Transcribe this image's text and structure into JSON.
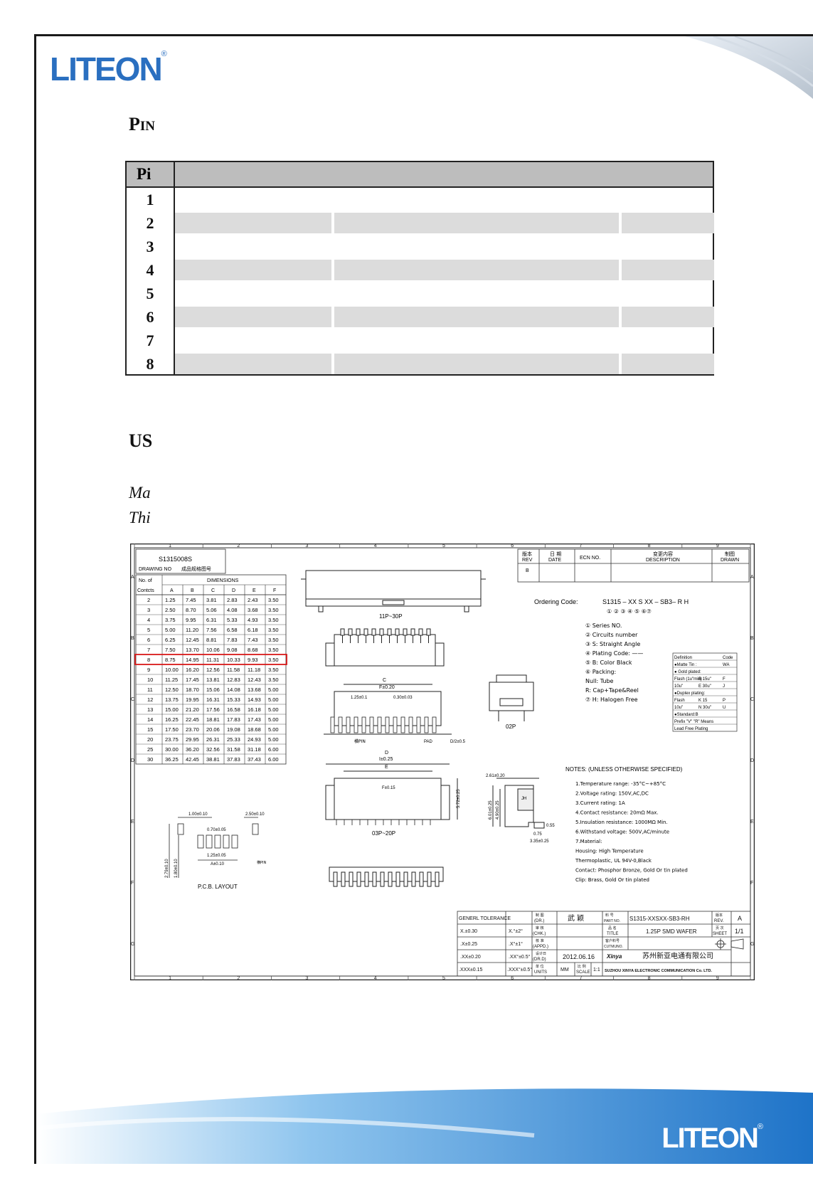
{
  "header": {
    "logo": "LITEON",
    "registered": "®"
  },
  "footer": {
    "logo": "LITEON",
    "registered": "®"
  },
  "section_pin": {
    "title_cap": "P",
    "title_rest": "IN"
  },
  "pin_table": {
    "header": "Pi",
    "pins": [
      "1",
      "2",
      "3",
      "4",
      "5",
      "6",
      "7",
      "8"
    ]
  },
  "section_usage": {
    "title": "US"
  },
  "usage_lines": [
    "Ma",
    "Thi"
  ],
  "drawing": {
    "top_left_code": "S1315008S",
    "drawing_no_label": "DRAWING NO",
    "drawing_no_cn": "成品规格图号",
    "rev_table": {
      "rev_cn": "版本",
      "rev": "REV",
      "date_cn": "日 期",
      "date": "DATE",
      "ecn": "ECN NO.",
      "desc_cn": "变更内容",
      "desc": "DESCRIPTION",
      "drawn_cn": "制图",
      "drawn": "DRAWN",
      "rev_value": "B"
    },
    "grid_top": [
      "1",
      "2",
      "3",
      "4",
      "5",
      "6",
      "7",
      "8",
      "9"
    ],
    "grid_bottom": [
      "1",
      "2",
      "3",
      "4",
      "5",
      "6",
      "7",
      "8",
      "9"
    ],
    "grid_left": [
      "A",
      "B",
      "C",
      "D",
      "E",
      "F",
      "G"
    ],
    "dim_table": {
      "no_of": "No. of",
      "contacts": "Contcts",
      "dimensions": "DIMENSIONS",
      "cols": [
        "A",
        "B",
        "C",
        "D",
        "E",
        "F"
      ],
      "rows": [
        [
          "2",
          "1.25",
          "7.45",
          "3.81",
          "2.83",
          "2.43",
          "3.50"
        ],
        [
          "3",
          "2.50",
          "8.70",
          "5.06",
          "4.08",
          "3.68",
          "3.50"
        ],
        [
          "4",
          "3.75",
          "9.95",
          "6.31",
          "5.33",
          "4.93",
          "3.50"
        ],
        [
          "5",
          "5.00",
          "11.20",
          "7.56",
          "6.58",
          "6.18",
          "3.50"
        ],
        [
          "6",
          "6.25",
          "12.45",
          "8.81",
          "7.83",
          "7.43",
          "3.50"
        ],
        [
          "7",
          "7.50",
          "13.70",
          "10.06",
          "9.08",
          "8.68",
          "3.50"
        ],
        [
          "8",
          "8.75",
          "14.95",
          "11.31",
          "10.33",
          "9.93",
          "3.50"
        ],
        [
          "9",
          "10.00",
          "16.20",
          "12.56",
          "11.58",
          "11.18",
          "3.50"
        ],
        [
          "10",
          "11.25",
          "17.45",
          "13.81",
          "12.83",
          "12.43",
          "3.50"
        ],
        [
          "11",
          "12.50",
          "18.70",
          "15.06",
          "14.08",
          "13.68",
          "5.00"
        ],
        [
          "12",
          "13.75",
          "19.95",
          "16.31",
          "15.33",
          "14.93",
          "5.00"
        ],
        [
          "13",
          "15.00",
          "21.20",
          "17.56",
          "16.58",
          "16.18",
          "5.00"
        ],
        [
          "14",
          "16.25",
          "22.45",
          "18.81",
          "17.83",
          "17.43",
          "5.00"
        ],
        [
          "15",
          "17.50",
          "23.70",
          "20.06",
          "19.08",
          "18.68",
          "5.00"
        ],
        [
          "20",
          "23.75",
          "29.95",
          "26.31",
          "25.33",
          "24.93",
          "5.00"
        ],
        [
          "25",
          "30.00",
          "36.20",
          "32.56",
          "31.58",
          "31.18",
          "6.00"
        ],
        [
          "30",
          "36.25",
          "42.45",
          "38.81",
          "37.83",
          "37.43",
          "6.00"
        ]
      ],
      "highlight_row_index": 6
    },
    "labels": {
      "range_top": "11P~30P",
      "f020": "F±0.20",
      "c": "C",
      "p125": "1.25±0.1",
      "p030": "0.30±0.03",
      "d": "D",
      "d_div": "D/2±0.5",
      "pad": "PAD",
      "mfe": "横PIN",
      "p02": "02P",
      "range_mid": "03P~20P",
      "i025": "I±0.25",
      "e": "E",
      "f015": "F±0.15",
      "d572": "5.72±0.25",
      "d261": "2.61±0.20",
      "d601": "6.01±0.25",
      "d490": "4.90±0.25",
      "d075": "0.75",
      "d335": "3.35±0.25",
      "d055": "0.55",
      "jh": "JH",
      "pcb1": "1.00±0.10",
      "pcb2": "0.70±0.05",
      "pcb3": "2.50±0.10",
      "pcb4": "1.25±0.05",
      "pcb5": "A±0.10",
      "pcb6": "2.79±0.10",
      "pcb7": "1.80±0.10",
      "pcb8": "横PIN",
      "pcb_title": "P.C.B. LAYOUT"
    },
    "ordering": {
      "label": "Ordering Code:",
      "code": "S1315 – XX S  XX – SB3– R H",
      "indices": "①    ② ③  ④       ⑤  ⑥⑦",
      "items": [
        "① Series NO.",
        "② Circuits number",
        "③ S: Straight Angle",
        "④ Plating Code: ——",
        "⑤ B: Color Black",
        "⑥ Packing:",
        "   Null: Tube",
        "   R: Cap+Tape&Reel",
        "⑦ H: Halogen Free"
      ]
    },
    "plating_table": {
      "rows": [
        [
          "Definition",
          "",
          "Code"
        ],
        [
          "●Matte Tin :",
          "",
          "WA"
        ],
        [
          "● Gold plated:",
          "",
          ""
        ],
        [
          "Flash (1u\"min)",
          "B 15u\"",
          "F"
        ],
        [
          "10u\"",
          "E 30u\"",
          "J"
        ],
        [
          "●Duplex plating:",
          "",
          ""
        ],
        [
          "Flash",
          "K 15",
          "P"
        ],
        [
          "10u\"",
          "N 30u\"",
          "U"
        ],
        [
          "●Standard:B",
          "",
          ""
        ],
        [
          "Prefix \"V\" \"R\" Means",
          "",
          ""
        ],
        [
          "Lead Free Plating",
          "",
          ""
        ]
      ]
    },
    "notes": {
      "title": "NOTES: (UNLESS OTHERWISE SPECIFIED)",
      "lines": [
        "1.Temperature range: -35°C~+85°C",
        "2.Voltage rating: 150V,AC,DC",
        "3.Current rating: 1A",
        "4.Contact resistance: 20mΩ Max.",
        "5.Insulation resistance: 1000MΩ Min.",
        "6.Withstand voltage: 500V,AC/minute",
        "7.Material:",
        "   Housing: High Temperature",
        "            Thermoplastic, UL 94V-0,Black",
        "   Contact: Phosphor Bronze, Gold Or tin plated",
        "   Clip: Brass, Gold Or tin plated"
      ]
    },
    "title_block": {
      "gen_tol": "GENERL TOLERANCE",
      "t1a": "X.±0.30",
      "t1b": "X.°±2°",
      "t2a": ".X±0.25",
      "t2b": ".X°±1°",
      "t3a": ".XX±0.20",
      "t3b": ".XX°±0.5°",
      "t4a": ".XXX±0.15",
      "t4b": ".XXX°±0.5°",
      "dr": "(DR.)",
      "dr_cn": "制 图",
      "chk": "(CHK.)",
      "chk_cn": "审 核",
      "appd": "(APPD.)",
      "appd_cn": "核 准",
      "drd": "(DR.D)",
      "drd_cn": "设计日",
      "units": "UNITS",
      "units_cn": "单 位",
      "mm": "MM",
      "scale": "SCALE",
      "scale_cn": "比 例",
      "scale_val": "1:1",
      "drawer": "武 颖",
      "date": "2012.06.16",
      "part_no_label": "PART NO.",
      "part_no_cn": "料 号",
      "part_no": "S1315-XXSXX-SB3-RH",
      "title_label": "TITLE",
      "title_cn": "品 名",
      "title": "1.25P SMD WAFER",
      "cust_label": "CUTMUNO.",
      "cust_cn": "客户料号",
      "rev_label": "REV.",
      "rev_cn": "版本",
      "rev": "A",
      "sheet_label": "SHEET",
      "sheet_cn": "页 次",
      "sheet": "1/1",
      "company_logo": "Xinya",
      "company_cn": "苏州新亚电通有限公司",
      "company_en": "SUZHOU XINYA ELECTRONIC COMMUNICATION Co. LTD."
    }
  }
}
